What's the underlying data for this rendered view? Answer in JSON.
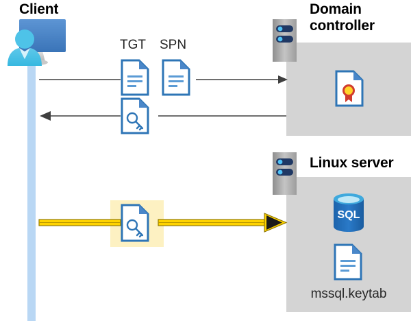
{
  "diagram": {
    "title_client": "Client",
    "title_domain_controller": "Domain\ncontroller",
    "title_domain_controller_line1": "Domain",
    "title_domain_controller_line2": "controller",
    "title_linux_server": "Linux server",
    "keytab_filename": "mssql.keytab"
  },
  "labels": {
    "tgt": "TGT",
    "spn": "SPN"
  },
  "icons": {
    "client": "client-user-monitor-icon",
    "server_dc": "server-tower-icon",
    "server_linux": "server-tower-icon",
    "tgt_doc": "document-lines-icon",
    "spn_doc": "document-lines-icon",
    "ticket_key_doc": "document-key-icon",
    "keytab_key_doc": "document-key-icon",
    "certificate": "certificate-document-icon",
    "sql_database": "sql-database-cylinder-icon",
    "keytab_doc": "document-lines-icon"
  },
  "flows": [
    {
      "name": "request-tgt-spn",
      "direction": "right",
      "from": "client",
      "to": "domain-controller",
      "style": "thin-gray",
      "payload": [
        "TGT",
        "SPN"
      ]
    },
    {
      "name": "return-service-ticket",
      "direction": "left",
      "from": "domain-controller",
      "to": "client",
      "style": "thin-gray",
      "payload": [
        "service-ticket"
      ]
    },
    {
      "name": "present-ticket-to-linux-server",
      "direction": "right",
      "from": "client",
      "to": "linux-server",
      "style": "thick-yellow-highlight",
      "payload": [
        "service-ticket"
      ]
    }
  ],
  "colors": {
    "lifeline": "#b9d7f4",
    "panel_gray": "#d4d4d4",
    "arrow_gray": "#3f3f3f",
    "arrow_yellow": "#ffd300",
    "arrow_yellow_dark": "#d6a800",
    "highlight_yellow": "#fdf1c2",
    "doc_blue": "#2e75b6",
    "accent_blue": "#4a87c9",
    "sql_blue": "#1e6cb5",
    "seal_red": "#d13b2e",
    "seal_gold": "#ffd42a",
    "server_gray": "#9a9a9a",
    "server_navy": "#1f3864",
    "text_dark": "#262626"
  }
}
